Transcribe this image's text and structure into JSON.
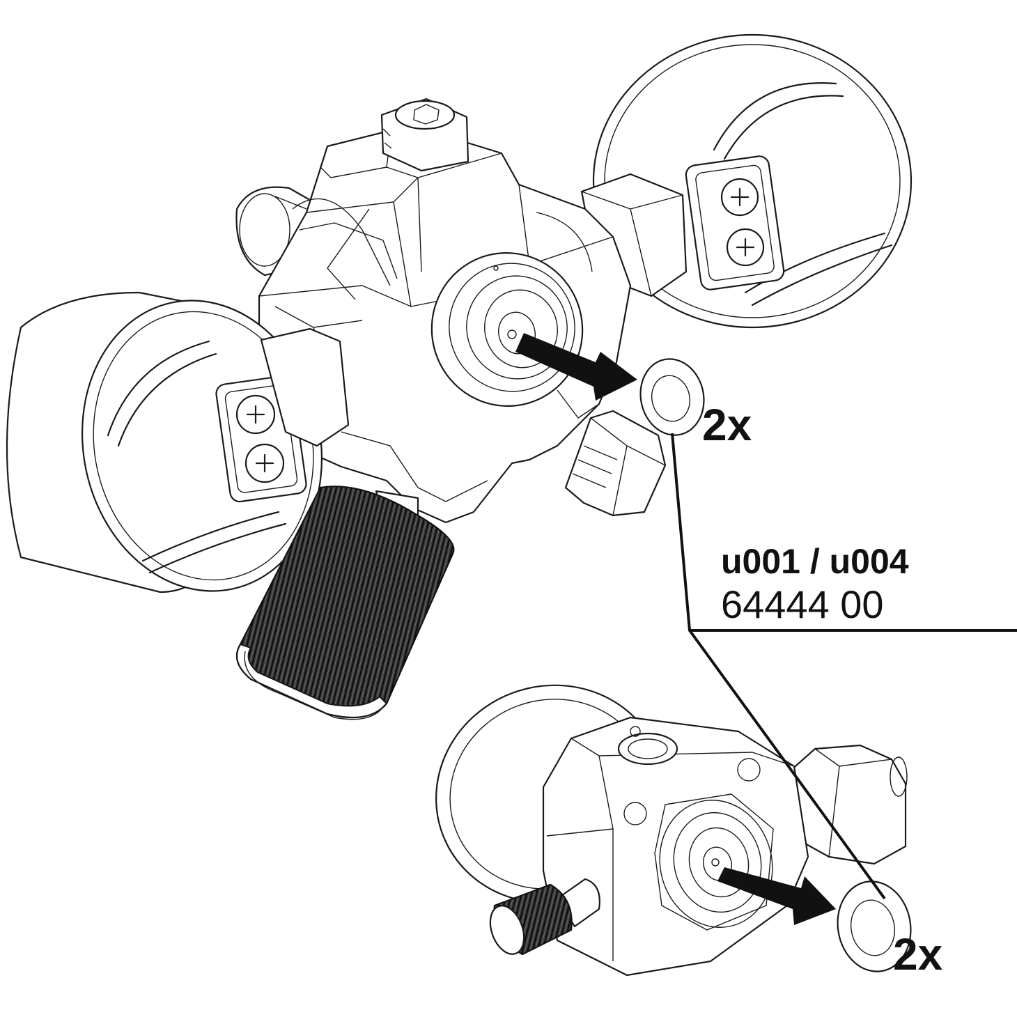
{
  "qty_upper": "2x",
  "qty_lower": "2x",
  "part_models": "u001 / u004",
  "part_number": "64444 00",
  "colors": {
    "line": "#1a1a1a",
    "knob_fill": "#2b2b2b",
    "background": "#ffffff"
  }
}
